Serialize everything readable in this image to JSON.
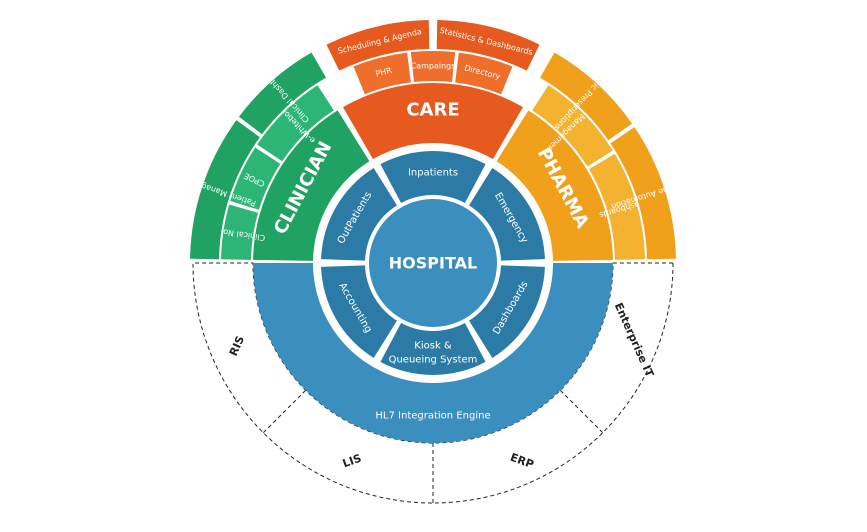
{
  "center": {
    "label": "HOSPITAL"
  },
  "inner_ring": [
    {
      "label": "Inpatients"
    },
    {
      "label": "Emergency"
    },
    {
      "label": "Dashboards"
    },
    {
      "label": "Kiosk &",
      "label2": "Queueing System"
    },
    {
      "label": "Accounting"
    },
    {
      "label": "OutPatients"
    }
  ],
  "integration": {
    "label": "HL7 Integration Engine"
  },
  "sectors": {
    "clinician": {
      "label": "CLINICIAN",
      "items": [
        "e-Whiteboard",
        "CPOE",
        "Clinical Notes",
        "Clinical Dashboards",
        "Patient Management"
      ]
    },
    "care": {
      "label": "CARE",
      "items": [
        "PHR",
        "Campaings",
        "Directory",
        "Scheduling & Agenda",
        "Statistics & Dashboards"
      ]
    },
    "pharma": {
      "label": "PHARMA",
      "items": [
        "Stock Management",
        "Dashboards",
        "Electronic Prescriptions",
        "Machine Automation"
      ]
    }
  },
  "external": [
    "RIS",
    "LIS",
    "ERP",
    "Enterprise IT"
  ],
  "colors": {
    "blue_dark": "#2c7aa6",
    "blue": "#3a8fbe",
    "blue_light": "#4aa3cf",
    "green": "#20a262",
    "green_light": "#2cb574",
    "orange": "#e65a1f",
    "orange_light": "#ef6e2b",
    "amber": "#f1a01c",
    "amber_light": "#f4b231"
  }
}
